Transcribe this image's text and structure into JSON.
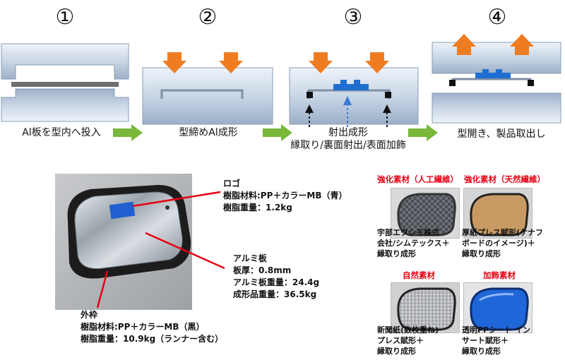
{
  "steps": [
    {
      "number": "①",
      "caption": "Al板を型内へ投入"
    },
    {
      "number": "②",
      "caption": "型締めAl成形"
    },
    {
      "number": "③",
      "caption": "射出成形",
      "caption2": "縁取り/裏面射出/表面加飾"
    },
    {
      "number": "④",
      "caption": "型開き、製品取出し"
    }
  ],
  "labels": {
    "logo": {
      "title": "ロゴ",
      "line1": "樹脂材料:PP＋カラーMB（青）",
      "line2": "樹脂重量：1.2kg"
    },
    "aluminum": {
      "title": "アルミ板",
      "line1": "板厚：0.8mm",
      "line2": "アルミ板重量：24.4g",
      "line3": "成形品重量：36.5kg"
    },
    "frame": {
      "title": "外枠",
      "line1": "樹脂材料:PP＋カラーMB（黒）",
      "line2": "樹脂重量：10.9kg（ランナー含む）"
    }
  },
  "materials": [
    {
      "title": "強化素材（人工繊維）",
      "desc": [
        "宇部エクシモ株式",
        "会社/シムテックス＋",
        "縁取り成形"
      ]
    },
    {
      "title": "強化素材（天然繊維）",
      "desc": [
        "厚紙プレス賦形(ケナフ",
        "ボードのイメージ)＋",
        "縁取り成形"
      ]
    },
    {
      "title": "自然素材",
      "desc": [
        "新聞紙(数枚重ね)",
        "プレス賦形＋",
        "縁取り成形"
      ]
    },
    {
      "title": "加飾素材",
      "desc": [
        "透明PPシート イン",
        "サート賦形＋",
        "縁取り成形"
      ]
    }
  ],
  "colors": {
    "accent_title": "#e60012",
    "arrow_orange": "#f07c22",
    "arrow_green": "#79b83a",
    "logo_blue": "#1f5fcf"
  }
}
